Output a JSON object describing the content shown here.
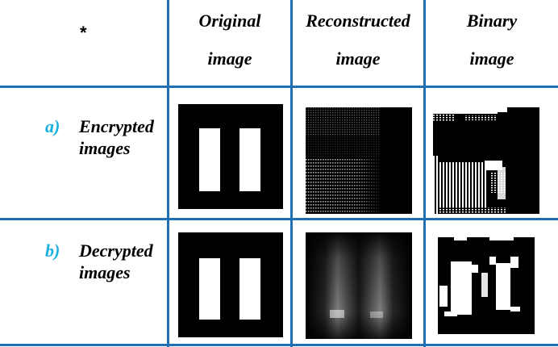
{
  "corner_symbol": "*",
  "columns": [
    {
      "line1": "Original",
      "line2": "image"
    },
    {
      "line1": "Reconstructed",
      "line2": "image"
    },
    {
      "line1": "Binary",
      "line2": "image"
    }
  ],
  "rows": [
    {
      "letter": "a)",
      "line1": "Encrypted",
      "line2": "images"
    },
    {
      "letter": "b)",
      "line1": "Decrypted",
      "line2": "images"
    }
  ],
  "colors": {
    "grid_line": "#1f6fb5",
    "row_letter": "#1ab0e0"
  }
}
